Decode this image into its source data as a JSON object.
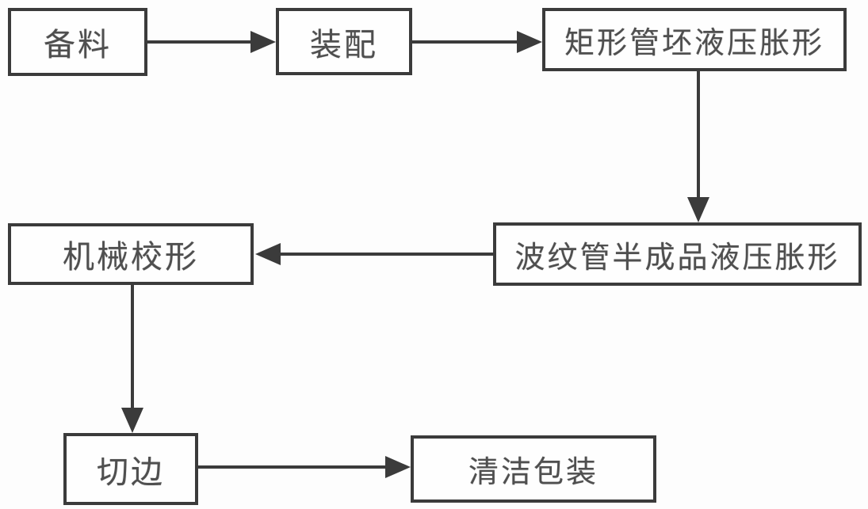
{
  "diagram": {
    "description": "Bellows manufacturing process flowchart",
    "colors": {
      "background": "#fdfdfd",
      "line": "#3b3b3b",
      "text": "#4f4f4f",
      "box_fill": "#fefefe"
    },
    "nodes": {
      "prepare": {
        "label": "备料"
      },
      "assemble": {
        "label": "装配"
      },
      "rect_tube_bulge": {
        "label": "矩形管坯液压胀形"
      },
      "bellows_semi_bulge": {
        "label": "波纹管半成品液压胀形"
      },
      "mech_correction": {
        "label": "机械校形"
      },
      "trim": {
        "label": "切边"
      },
      "clean_pack": {
        "label": "清洁包装"
      }
    },
    "edges": [
      {
        "from": "prepare",
        "to": "assemble",
        "direction": "right"
      },
      {
        "from": "assemble",
        "to": "rect_tube_bulge",
        "direction": "right"
      },
      {
        "from": "rect_tube_bulge",
        "to": "bellows_semi_bulge",
        "direction": "down"
      },
      {
        "from": "bellows_semi_bulge",
        "to": "mech_correction",
        "direction": "left"
      },
      {
        "from": "mech_correction",
        "to": "trim",
        "direction": "down"
      },
      {
        "from": "trim",
        "to": "clean_pack",
        "direction": "right"
      }
    ]
  }
}
